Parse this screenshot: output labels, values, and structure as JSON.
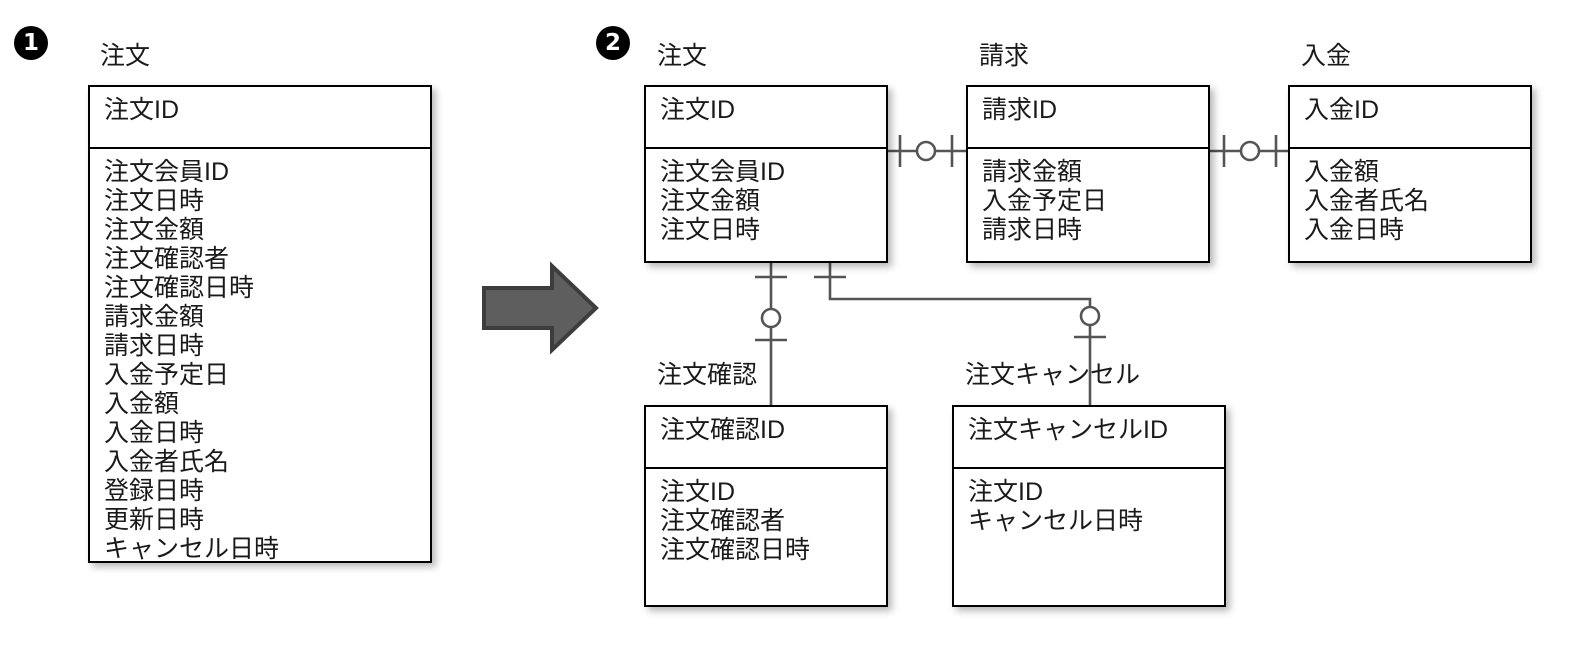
{
  "diagram": {
    "title_type": "er-diagram",
    "notation": "crow-foot",
    "colors": {
      "box_border": "#000000",
      "connector": "#555555",
      "arrow_fill": "#5e5e5e",
      "arrow_stroke": "#3d3d3d",
      "badge_bg": "#000000",
      "text": "#1a1a1a"
    }
  },
  "steps": [
    {
      "label": "1",
      "glyph": "❶"
    },
    {
      "label": "2",
      "glyph": "❷"
    }
  ],
  "before": {
    "entities": [
      {
        "id": "chumon-before",
        "caption": "注文",
        "key": "注文ID",
        "attributes": [
          "注文会員ID",
          "注文日時",
          "注文金額",
          "注文確認者",
          "注文確認日時",
          "請求金額",
          "請求日時",
          "入金予定日",
          "入金額",
          "入金日時",
          "入金者氏名",
          "登録日時",
          "更新日時",
          "キャンセル日時"
        ]
      }
    ]
  },
  "after": {
    "entities": [
      {
        "id": "chumon",
        "caption": "注文",
        "key": "注文ID",
        "attributes": [
          "注文会員ID",
          "注文金額",
          "注文日時"
        ]
      },
      {
        "id": "seikyu",
        "caption": "請求",
        "key": "請求ID",
        "attributes": [
          "請求金額",
          "入金予定日",
          "請求日時"
        ]
      },
      {
        "id": "nyukin",
        "caption": "入金",
        "key": "入金ID",
        "attributes": [
          "入金額",
          "入金者氏名",
          "入金日時"
        ]
      },
      {
        "id": "chumon-kakunin",
        "caption": "注文確認",
        "key": "注文確認ID",
        "attributes": [
          "注文ID",
          "注文確認者",
          "注文確認日時"
        ]
      },
      {
        "id": "chumon-cancel",
        "caption": "注文キャンセル",
        "key": "注文キャンセルID",
        "attributes": [
          "注文ID",
          "キャンセル日時"
        ]
      }
    ],
    "relationships": [
      {
        "from": "chumon",
        "to": "seikyu",
        "cardinality": "one-to-zero-or-one"
      },
      {
        "from": "seikyu",
        "to": "nyukin",
        "cardinality": "one-to-zero-or-one"
      },
      {
        "from": "chumon",
        "to": "chumon-kakunin",
        "cardinality": "one-to-zero-or-one"
      },
      {
        "from": "chumon",
        "to": "chumon-cancel",
        "cardinality": "one-to-zero-or-one"
      }
    ]
  },
  "transform": {
    "arrow_name": "transform-arrow",
    "direction": "right"
  }
}
